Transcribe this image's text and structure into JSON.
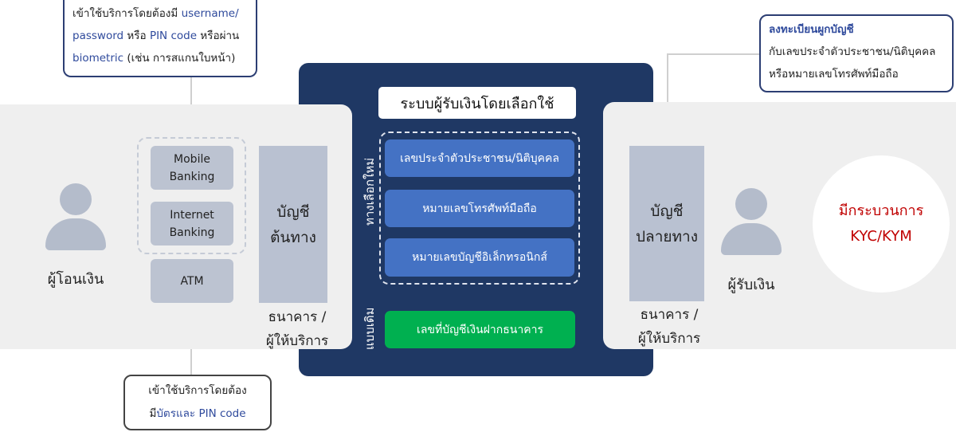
{
  "callouts": {
    "top_left": {
      "l1a": "เข้าใช้บริการโดยต้องมี ",
      "l1b": "username/",
      "l2a": "password",
      "l2b": " หรือ ",
      "l2c": "PIN code",
      "l2d": " หรือผ่าน",
      "l3a": "biometric",
      "l3b": " (เช่น การสแกนใบหน้า)"
    },
    "bottom_left": {
      "l1": "เข้าใช้บริการโดยต้อง",
      "l2a": "มี",
      "l2b": "บัตรและ PIN code"
    },
    "top_right": {
      "title": "ลงทะเบียนผูกบัญชี",
      "l2": "กับเลขประจำตัวประชาชน/นิติบุคคล",
      "l3": "หรือหมายเลขโทรศัพท์มือถือ"
    }
  },
  "sender": {
    "label": "ผู้โอนเงิน",
    "channels": [
      "Mobile Banking",
      "Internet Banking",
      "ATM"
    ],
    "account_l1": "บัญชี",
    "account_l2": "ต้นทาง",
    "bank_l1": "ธนาคาร /",
    "bank_l2": "ผู้ให้บริการ"
  },
  "center": {
    "title": "ระบบผู้รับเงินโดยเลือกใช้",
    "new_label": "ทางเลือกใหม่",
    "new_options": [
      "เลขประจำตัวประชาชน/นิติบุคคล",
      "หมายเลขโทรศัพท์มือถือ",
      "หมายเลขบัญชีอิเล็กทรอนิกส์"
    ],
    "old_label": "แบบเดิม",
    "old_option": "เลขที่บัญชีเงินฝากธนาคาร"
  },
  "receiver": {
    "label": "ผู้รับเงิน",
    "account_l1": "บัญชี",
    "account_l2": "ปลายทาง",
    "bank_l1": "ธนาคาร /",
    "bank_l2": "ผู้ให้บริการ",
    "kyc_l1": "มีกระบวนการ",
    "kyc_l2": "KYC/KYM"
  },
  "colors": {
    "navy": "#1f3864",
    "blue": "#4472c4",
    "green": "#00b050",
    "red": "#c00000"
  }
}
